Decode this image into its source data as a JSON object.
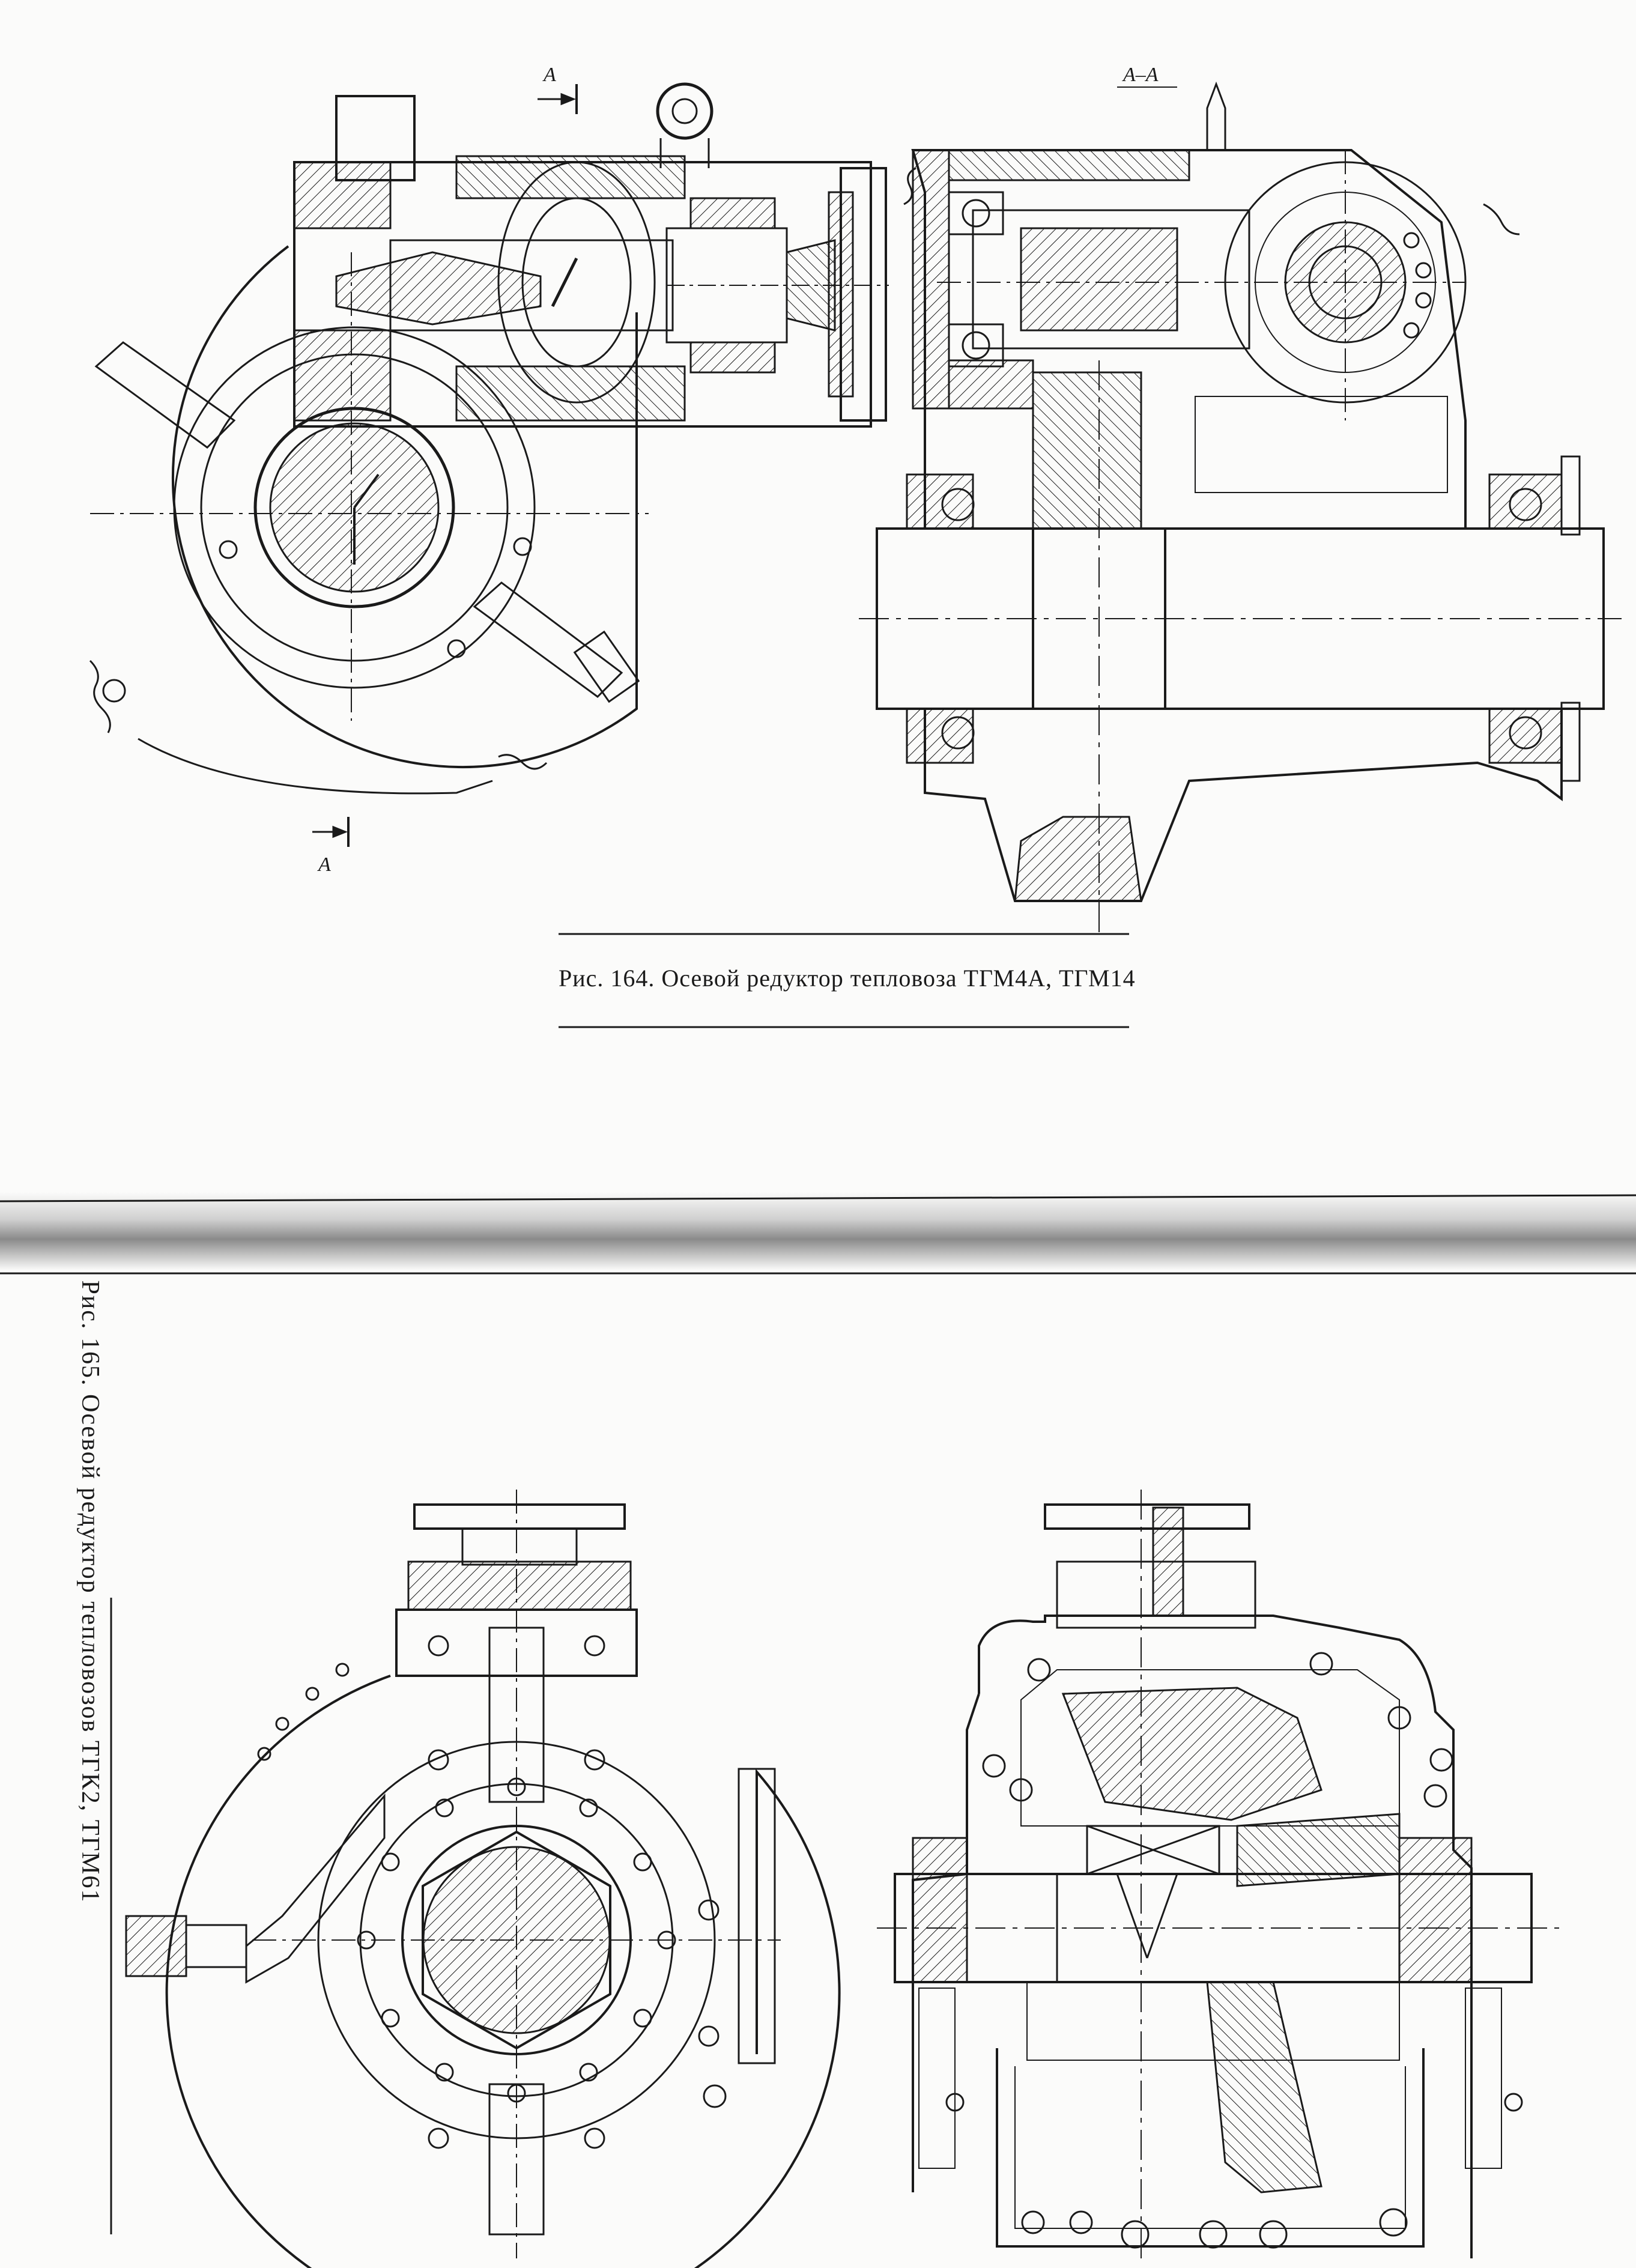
{
  "figures": [
    {
      "caption": "Рис. 164. Осевой редуктор тепловоза ТГМ4А, ТГМ14",
      "section_marks": {
        "cut_top": "A",
        "cut_bottom": "A",
        "section_view_title": "A–A"
      }
    },
    {
      "caption": "Рис. 165. Осевой редуктор тепловозов ТГК2, ТГМ61"
    }
  ],
  "colors": {
    "ink": "#1a1a1a",
    "paper": "#fbfbfa",
    "fold_shadow": "#8a8a8a"
  }
}
